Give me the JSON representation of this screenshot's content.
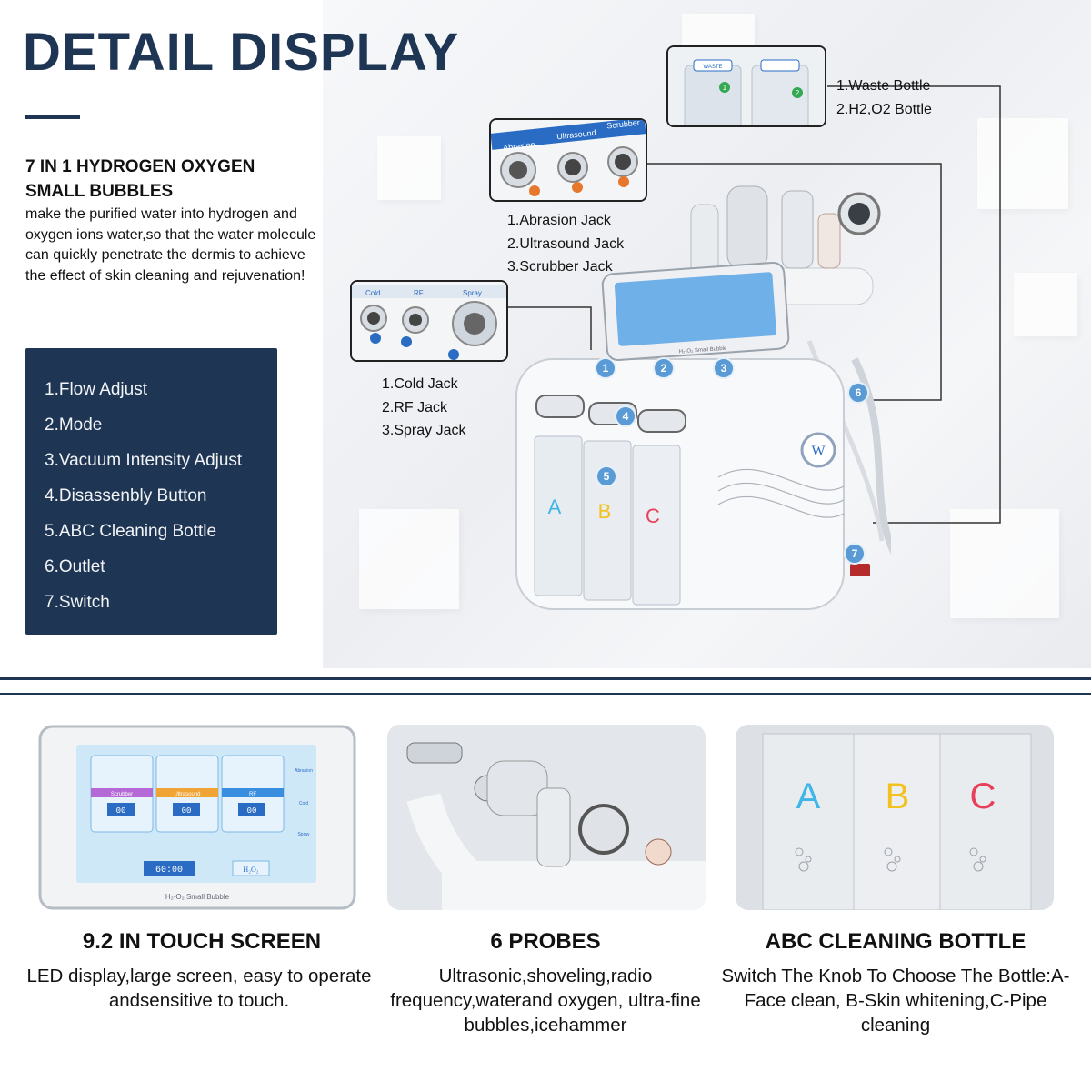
{
  "header": {
    "title": "DETAIL DISPLAY",
    "subtitle_line1": "7 IN 1 HYDROGEN OXYGEN",
    "subtitle_line2": "SMALL BUBBLES",
    "description": "make the purified water into hydrogen and oxygen ions water,so that the water molecule can quickly penetrate the dermis to achieve the effect of skin cleaning and rejuvenation!"
  },
  "legend": {
    "items": [
      "1.Flow Adjust",
      "2.Mode",
      "3.Vacuum Intensity Adjust",
      "4.Disassenbly Button",
      "5.ABC Cleaning Bottle",
      "6.Outlet",
      "7.Switch"
    ]
  },
  "callouts": {
    "bottles": {
      "labels": [
        "1.Waste Bottle",
        "2.H2,O2 Bottle"
      ],
      "tag": "WASTE"
    },
    "jacks_top": {
      "labels": [
        "1.Abrasion Jack",
        "2.Ultrasound Jack",
        "3.Scrubber Jack"
      ],
      "panel_labels": [
        "Abrasion",
        "Ultrasound",
        "Scrubber"
      ]
    },
    "jacks_left": {
      "labels": [
        "1.Cold Jack",
        "2.RF Jack",
        "3.Spray Jack"
      ],
      "panel_labels": [
        "Cold",
        "RF",
        "Spray"
      ]
    }
  },
  "device": {
    "bottle_letters": [
      "A",
      "B",
      "C"
    ],
    "brand_mark": "W",
    "screen_caption": "H₂-O₂ Small Bubble"
  },
  "screen": {
    "modes": [
      "Scrubber",
      "Ultrasound",
      "RF"
    ],
    "side": [
      "Abrasion",
      "Cold",
      "Spray"
    ],
    "counter": "00",
    "timer": "60:00",
    "gas": "H₂O₂",
    "caption": "H₂-O₂ Small Bubble"
  },
  "features": [
    {
      "title": "9.2 IN TOUCH SCREEN",
      "desc": "LED display,large screen, easy to operate andsensitive to touch."
    },
    {
      "title": "6 PROBES",
      "desc": "Ultrasonic,shoveling,radio frequency,waterand oxygen, ultra-fine bubbles,icehammer"
    },
    {
      "title": "ABC CLEANING BOTTLE",
      "desc": "Switch The Knob To Choose The Bottle:A-Face clean, B-Skin whitening,C-Pipe cleaning"
    }
  ],
  "colors": {
    "navy": "#1e3553",
    "badge_blue": "#5b9bd5",
    "letter_a": "#3fb6e8",
    "letter_b": "#f2c21b",
    "letter_c": "#e8405a"
  }
}
